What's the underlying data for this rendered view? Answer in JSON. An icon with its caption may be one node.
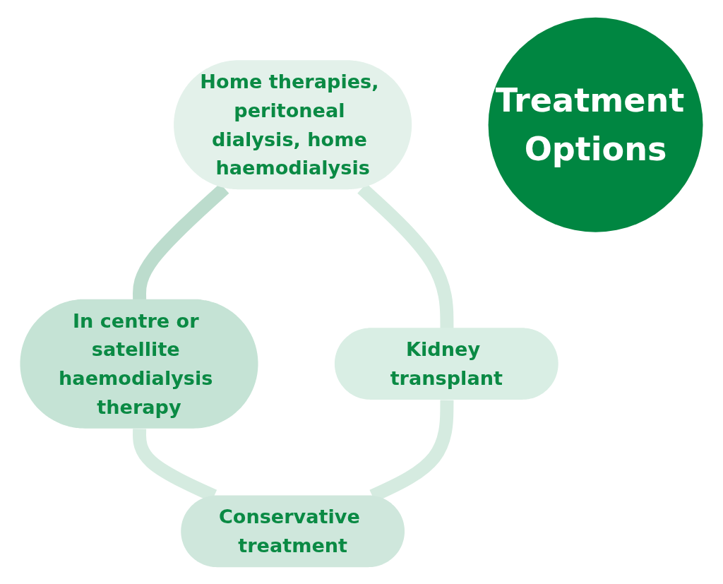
{
  "diagram": {
    "nodes": [
      {
        "text": [
          "Home therapies, peritoneal dialysis, home haemodialysis"
        ]
      },
      {
        "text": [
          "In centre or satellite haemodialysis therapy"
        ]
      },
      {
        "text": [
          "Treatment Options"
        ]
      },
      {
        "text": [
          "Kidney transplant"
        ]
      },
      {
        "text": [
          "Conservative treatment"
        ]
      }
    ],
    "edges": [
      {
        "from": 0,
        "to": 1,
        "arrow": "none",
        "color": "#bcdccd"
      },
      {
        "from": 0,
        "to": 3,
        "arrow": "none"
      },
      {
        "from": 1,
        "to": 4,
        "arrow": "none"
      },
      {
        "from": 3,
        "to": 4,
        "arrow": "none"
      }
    ]
  }
}
